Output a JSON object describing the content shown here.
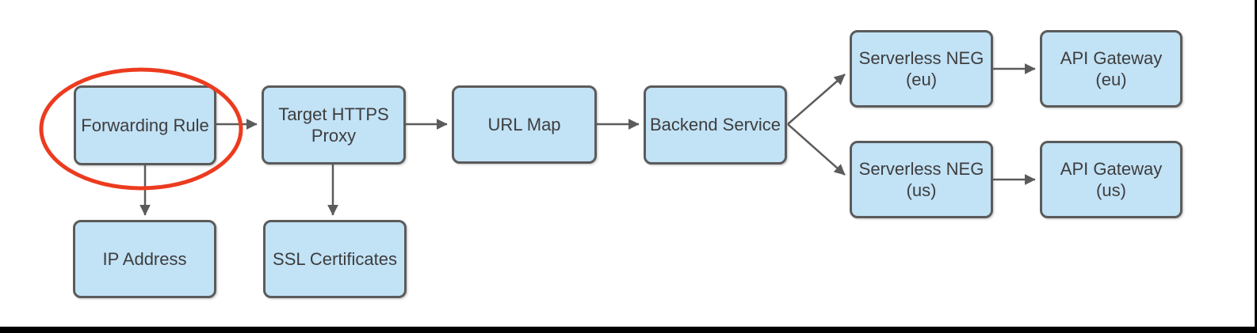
{
  "diagram": {
    "type": "flowchart",
    "background": "#ffffff",
    "colors": {
      "node_fill": "#c2e2f6",
      "node_border": "#5b5b5b",
      "node_text": "#3d3d3d",
      "connector": "#5b5b5b",
      "highlight": "#ec3b1f",
      "frame": "#000000"
    },
    "nodes": [
      {
        "id": "forwarding-rule",
        "label": "Forwarding Rule",
        "highlighted": true
      },
      {
        "id": "target-https-proxy",
        "label": "Target HTTPS\nProxy"
      },
      {
        "id": "url-map",
        "label": "URL Map"
      },
      {
        "id": "backend-service",
        "label": "Backend Service"
      },
      {
        "id": "serverless-neg-eu",
        "label": "Serverless NEG\n(eu)"
      },
      {
        "id": "api-gateway-eu",
        "label": "API Gateway\n(eu)"
      },
      {
        "id": "serverless-neg-us",
        "label": "Serverless NEG\n(us)"
      },
      {
        "id": "api-gateway-us",
        "label": "API Gateway\n(us)"
      },
      {
        "id": "ip-address",
        "label": "IP Address"
      },
      {
        "id": "ssl-certificates",
        "label": "SSL Certificates"
      }
    ],
    "edges": [
      {
        "from": "forwarding-rule",
        "to": "target-https-proxy"
      },
      {
        "from": "target-https-proxy",
        "to": "url-map"
      },
      {
        "from": "url-map",
        "to": "backend-service"
      },
      {
        "from": "backend-service",
        "to": "serverless-neg-eu"
      },
      {
        "from": "backend-service",
        "to": "serverless-neg-us"
      },
      {
        "from": "serverless-neg-eu",
        "to": "api-gateway-eu"
      },
      {
        "from": "serverless-neg-us",
        "to": "api-gateway-us"
      },
      {
        "from": "forwarding-rule",
        "to": "ip-address"
      },
      {
        "from": "target-https-proxy",
        "to": "ssl-certificates"
      }
    ],
    "annotation": {
      "shape": "ellipse",
      "target": "forwarding-rule",
      "color": "#ec3b1f"
    }
  }
}
